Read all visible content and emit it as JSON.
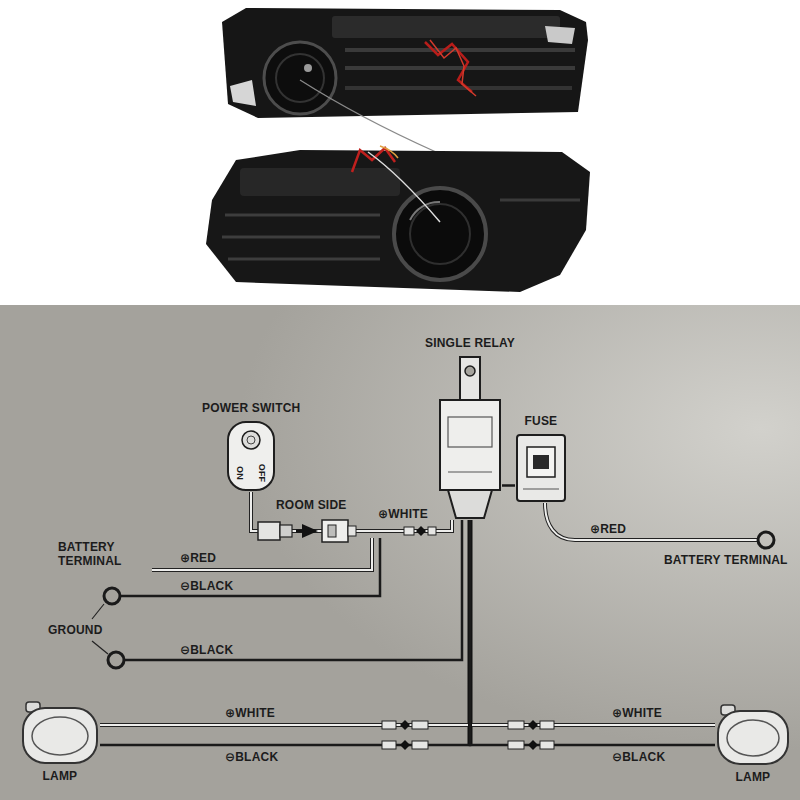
{
  "diagram": {
    "nodes": [
      {
        "text": [
          "SINGLE RELAY"
        ]
      },
      {
        "text": [
          "POWER SWITCH",
          "ON",
          "OFF"
        ]
      },
      {
        "text": [
          "FUSE"
        ]
      },
      {
        "text": [
          "LAMP"
        ]
      },
      {
        "text": [
          "LAMP"
        ]
      }
    ],
    "edges": [
      {
        "from": 1,
        "to": 0,
        "arrow": "none"
      },
      {
        "from": 0,
        "to": 2,
        "arrow": "none"
      },
      {
        "from": 0,
        "to": 3,
        "arrow": "none"
      },
      {
        "from": 0,
        "to": 4,
        "arrow": "none"
      }
    ],
    "labels": [
      "ROOM SIDE",
      "⊕WHITE",
      "⊕RED",
      "BATTERY TERMINAL",
      "BATTERY TERMINAL",
      "⊕RED",
      "⊖BLACK",
      "GROUND",
      "⊖BLACK",
      "⊕WHITE",
      "⊖BLACK",
      "⊕WHITE",
      "⊖BLACK"
    ]
  }
}
